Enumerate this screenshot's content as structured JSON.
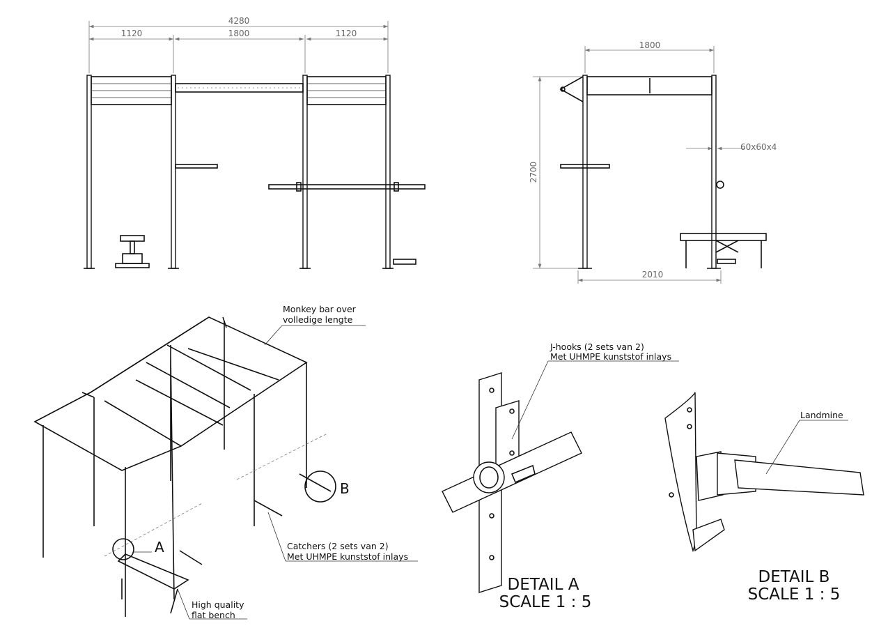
{
  "front_view": {
    "dim_total": "4280",
    "dim_left": "1120",
    "dim_center": "1800",
    "dim_right": "1120"
  },
  "side_view": {
    "dim_width": "1800",
    "dim_height": "2700",
    "dim_profile": "60x60x4",
    "dim_depth": "2010"
  },
  "iso_view": {
    "note_monkey_bar": [
      "Monkey bar over",
      "volledige lengte"
    ],
    "note_catchers": [
      "Catchers (2 sets van 2)",
      "Met UHMPE kunststof inlays"
    ],
    "note_bench": [
      "High quality",
      "flat bench"
    ],
    "marker_a": "A",
    "marker_b": "B"
  },
  "detail_a": {
    "note": [
      "J-hooks (2 sets van 2)",
      "Met UHMPE kunststof inlays"
    ],
    "title": "DETAIL A",
    "scale": "SCALE 1 : 5"
  },
  "detail_b": {
    "note": "Landmine",
    "title": "DETAIL B",
    "scale": "SCALE 1 : 5"
  }
}
